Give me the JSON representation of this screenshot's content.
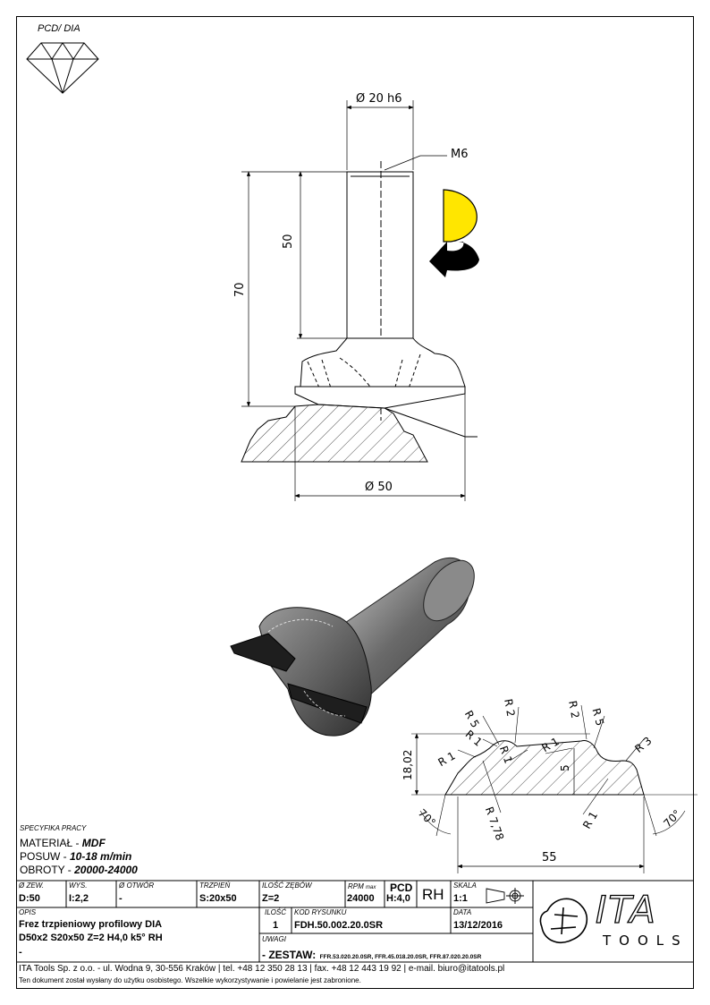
{
  "header": {
    "pcd_dia_label": "PCD/ DIA"
  },
  "dimensions": {
    "shank_dia": "Ø 20 h6",
    "thread": "M6",
    "shank_length": "50",
    "total_length": "70",
    "cutter_dia": "Ø 50"
  },
  "profile": {
    "r5_left": "R 5",
    "r2_left": "R 2",
    "r2_right": "R 2",
    "r5_right": "R 5",
    "r1_a": "R 1",
    "r1_b": "R 1",
    "r1_c": "R 1",
    "r1_d": "R 1",
    "r1_e": "R 1",
    "r3": "R 3",
    "r778": "R 7,78",
    "height": "18,02",
    "step5": "5",
    "angle_left": "70°",
    "angle_right": "70°",
    "width": "55"
  },
  "spec": {
    "title": "SPECYFIKA PRACY",
    "material_label": "MATERIAŁ - ",
    "material_value": "MDF",
    "feed_label": "POSUW - ",
    "feed_value": "10-18 m/min",
    "rpm_label": "OBROTY - ",
    "rpm_value": "20000-24000"
  },
  "titleblock": {
    "dzew_label": "Ø ZEW.",
    "dzew_value": "D:50",
    "wys_label": "WYS.",
    "wys_value": "I:2,2",
    "otwor_label": "Ø OTWÓR",
    "otwor_value": "-",
    "trzpien_label": "TRZPIEŃ",
    "trzpien_value": "S:20x50",
    "zeby_label": "ILOŚĆ ZĘBÓW",
    "zeby_value": "Z=2",
    "rpm_label": "RPM",
    "rpm_sub": "max",
    "rpm_value": "24000",
    "pcd_label": "PCD",
    "pcd_value": "H:4,0",
    "rh_value": "RH",
    "skala_label": "SKALA",
    "skala_value": "1:1",
    "opis_label": "OPIS",
    "opis_line1": "Frez trzpieniowy profilowy DIA",
    "opis_line2": "D50x2 S20x50 Z=2 H4,0 k5° RH",
    "opis_line3": "-",
    "ilosc_label": "ILOŚĆ",
    "ilosc_value": "1",
    "kod_label": "KOD RYSUNKU",
    "kod_value": "FDH.50.002.20.0SR",
    "data_label": "DATA",
    "data_value": "13/12/2016",
    "uwagi_label": "UWAGI",
    "zestaw_label": "- ZESTAW:",
    "zestaw_value": "FFR.53.020.20.0SR, FFR.45.018.20.0SR, FFR.87.020.20.0SR"
  },
  "logo": {
    "main": "ITA",
    "sub": "TOOLS"
  },
  "footer": {
    "line1": "ITA Tools Sp. z o.o. - ul. Wodna 9, 30-556 Kraków  |  tel. +48 12 350 28 13  |  fax. +48 12 443 19 92  |  e-mail. biuro@itatools.pl",
    "line2": "Ten dokument został wysłany do użytku osobistego. Wszelkie wykorzystywanie i powielanie jest zabronione."
  }
}
